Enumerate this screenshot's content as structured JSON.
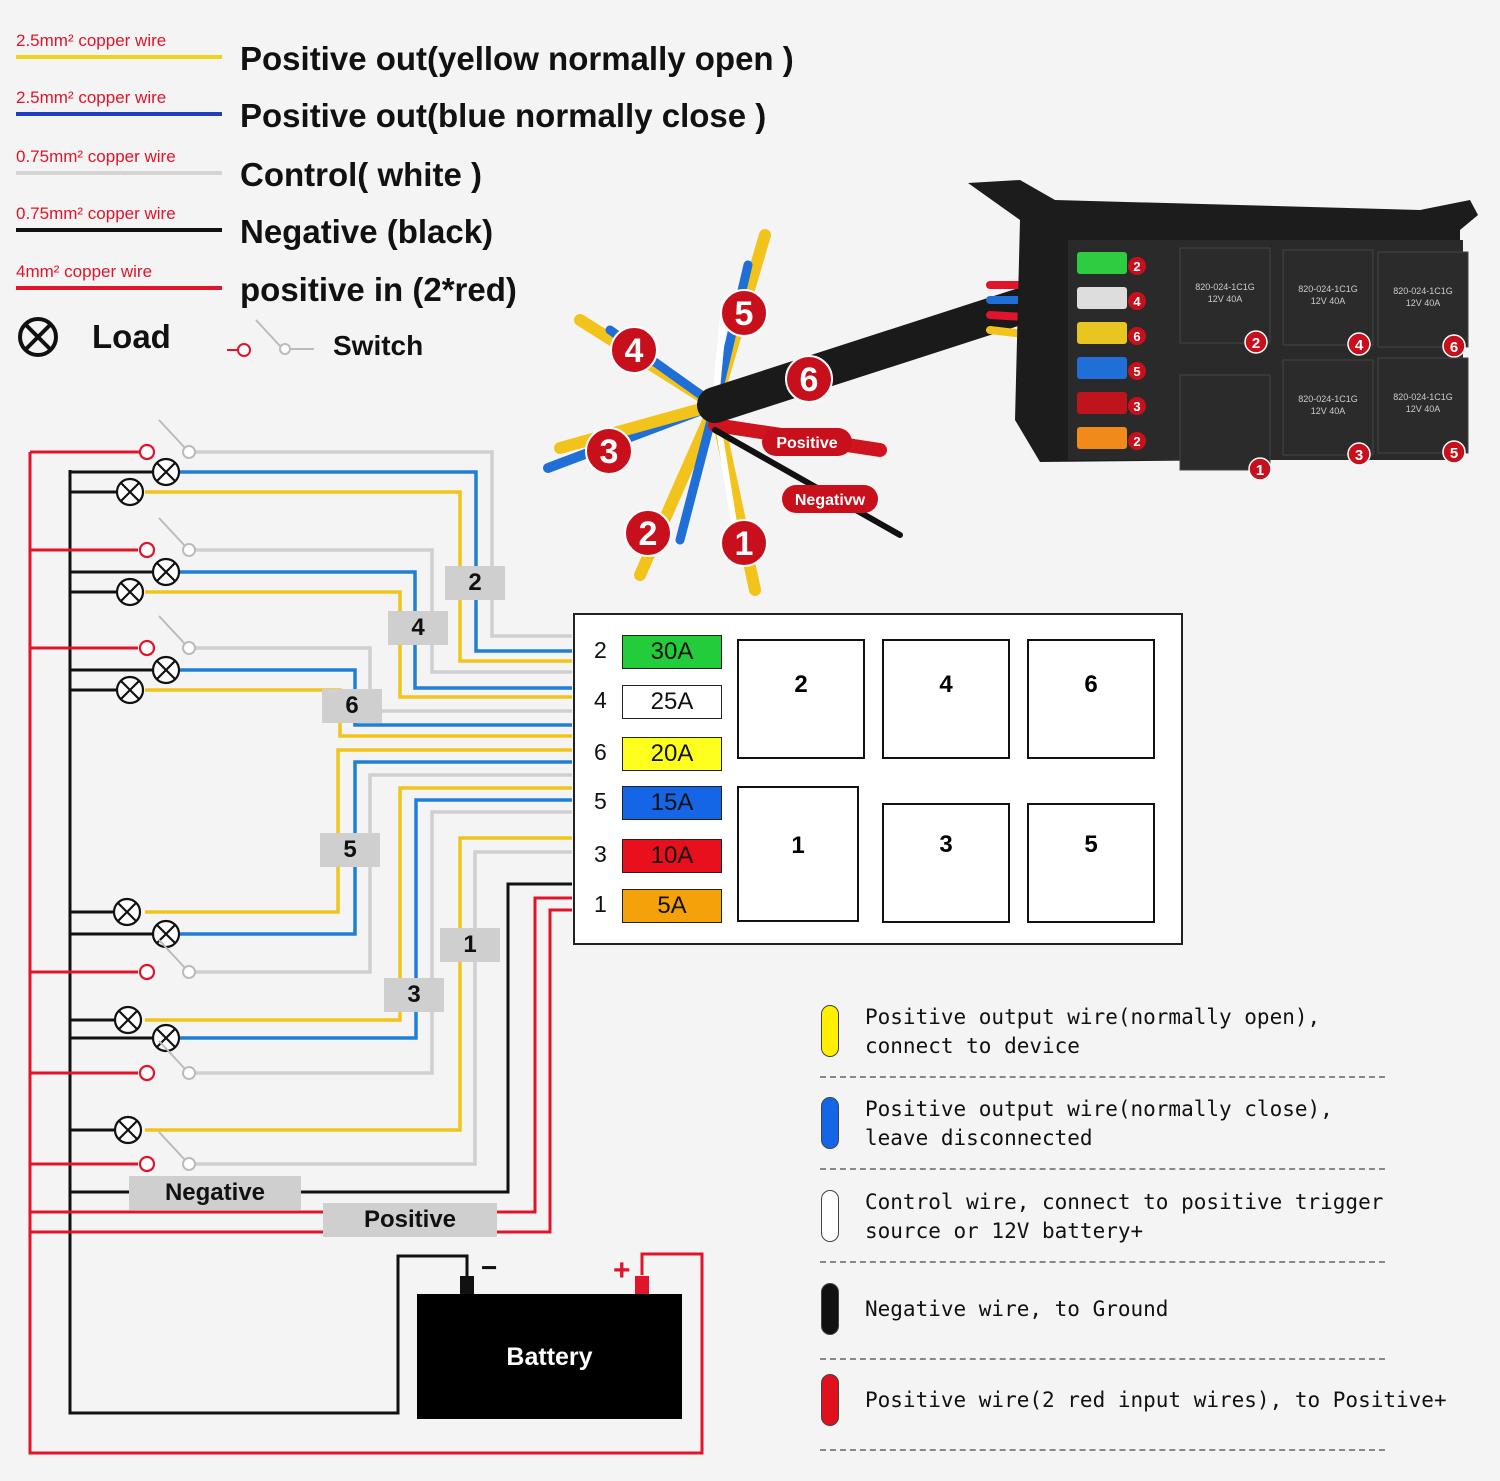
{
  "wire_legend": [
    {
      "spec": "2.5mm² copper wire",
      "desc": "Positive out(yellow normally open )",
      "color": "#f2d21a"
    },
    {
      "spec": "2.5mm² copper wire",
      "desc": "Positive out(blue normally close )",
      "color": "#1f3fbf"
    },
    {
      "spec": "0.75mm² copper wire",
      "desc": "Control( white  )",
      "color": "#d4d4d4"
    },
    {
      "spec": "0.75mm² copper wire",
      "desc": "Negative (black)",
      "color": "#111111"
    },
    {
      "spec": "4mm² copper wire",
      "desc": "positive in (2*red)",
      "color": "#e0142a"
    }
  ],
  "symbols": {
    "load_label": "Load",
    "switch_label": "Switch"
  },
  "harness": {
    "bundle_numbers": [
      "5",
      "4",
      "6",
      "3",
      "2",
      "1"
    ],
    "positive_label": "Positive",
    "negative_label": "Negativw",
    "relay_print": "820-024-1C1G\n12V 40A",
    "fuse_numbers": [
      "2",
      "4",
      "6",
      "5",
      "3",
      "2"
    ],
    "relay_numbers": [
      "2",
      "4",
      "6",
      "1",
      "3",
      "5"
    ]
  },
  "circuit_tags": [
    "2",
    "4",
    "6",
    "5",
    "1",
    "3"
  ],
  "fuse_panel": {
    "fuses": [
      {
        "num": "2",
        "rating": "30A",
        "color": "#22cc3a",
        "text_color": "#111"
      },
      {
        "num": "4",
        "rating": "25A",
        "color": "#ffffff",
        "text_color": "#111"
      },
      {
        "num": "6",
        "rating": "20A",
        "color": "#ffff1e",
        "text_color": "#111"
      },
      {
        "num": "5",
        "rating": "15A",
        "color": "#1466e6",
        "text_color": "#111"
      },
      {
        "num": "3",
        "rating": "10A",
        "color": "#e8101c",
        "text_color": "#111"
      },
      {
        "num": "1",
        "rating": "5A",
        "color": "#f5a10a",
        "text_color": "#111"
      }
    ],
    "relays_top": [
      "2",
      "4",
      "6"
    ],
    "relays_bottom": [
      "1",
      "3",
      "5"
    ]
  },
  "bus_labels": {
    "negative": "Negative",
    "positive": "Positive"
  },
  "battery": {
    "label": "Battery",
    "minus": "−",
    "plus": "+"
  },
  "color_legend": [
    {
      "color": "#ffef00",
      "line1": "Positive output wire(normally open),",
      "line2": "connect to device"
    },
    {
      "color": "#1466e6",
      "line1": "Positive output wire(normally close),",
      "line2": "leave disconnected"
    },
    {
      "color": "#ffffff",
      "line1": "Control wire, connect to positive trigger",
      "line2": "source or 12V battery+"
    },
    {
      "color": "#111111",
      "line1": "Negative wire, to Ground",
      "line2": ""
    },
    {
      "color": "#e0101c",
      "line1": "Positive wire(2 red input wires), to Positive+",
      "line2": ""
    }
  ]
}
